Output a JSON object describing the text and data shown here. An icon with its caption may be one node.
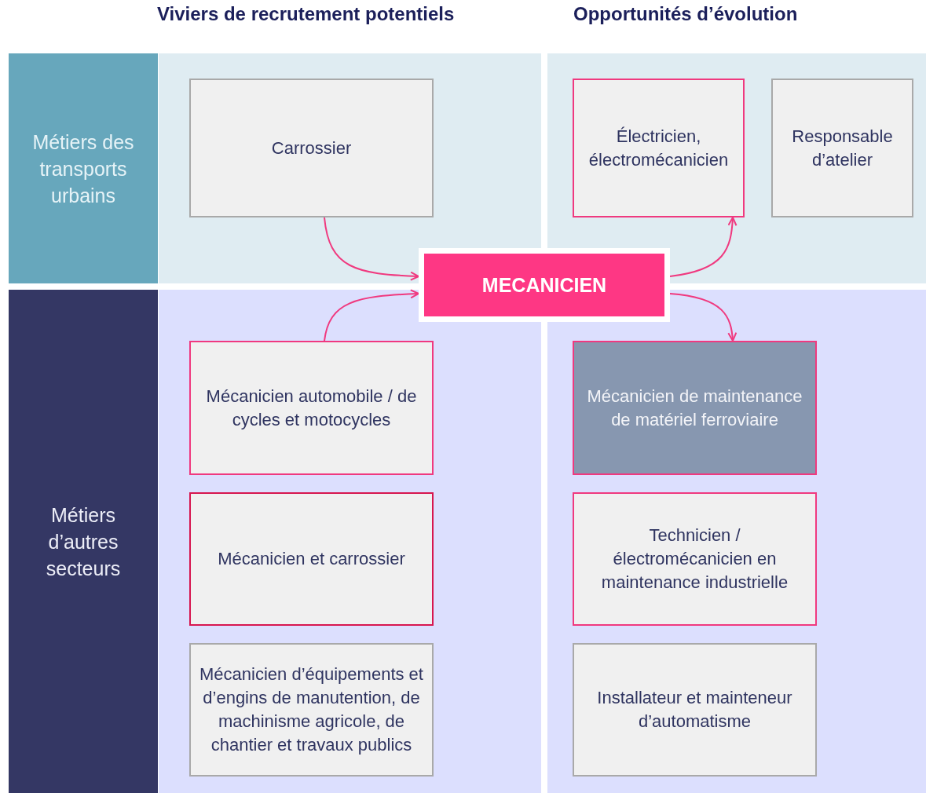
{
  "diagram": {
    "nodes": [
      {
        "text": [
          "Métiers des transports urbains"
        ]
      },
      {
        "text": [
          "Carrossier"
        ]
      },
      {
        "text": [
          "Électricien, électromécanicien"
        ]
      },
      {
        "text": [
          "Responsable d’atelier"
        ]
      },
      {
        "text": [
          "MECANICIEN"
        ]
      },
      {
        "text": [
          "Métiers d’autres secteurs"
        ]
      },
      {
        "text": [
          "Mécanicien automobile / de cycles et motocycles"
        ]
      },
      {
        "text": [
          "Mécanicien de maintenance de matériel ferroviaire"
        ]
      },
      {
        "text": [
          "Mécanicien et carrossier"
        ]
      },
      {
        "text": [
          "Technicien / électromécanicien en maintenance industrielle"
        ]
      },
      {
        "text": [
          "Mécanicien d’équipements et d’engins de manutention, de machinisme agricole, de chantier et travaux publics"
        ]
      },
      {
        "text": [
          "Installateur et mainteneur d’automatisme"
        ]
      }
    ],
    "edges": [
      {
        "from": 1,
        "to": 4,
        "arrow": "to"
      },
      {
        "from": 6,
        "to": 4,
        "arrow": "to"
      },
      {
        "from": 4,
        "to": 2,
        "arrow": "to"
      },
      {
        "from": 4,
        "to": 7,
        "arrow": "to"
      }
    ],
    "labels": [
      "Viviers de recrutement potentiels",
      "Opportunités d’évolution"
    ]
  }
}
